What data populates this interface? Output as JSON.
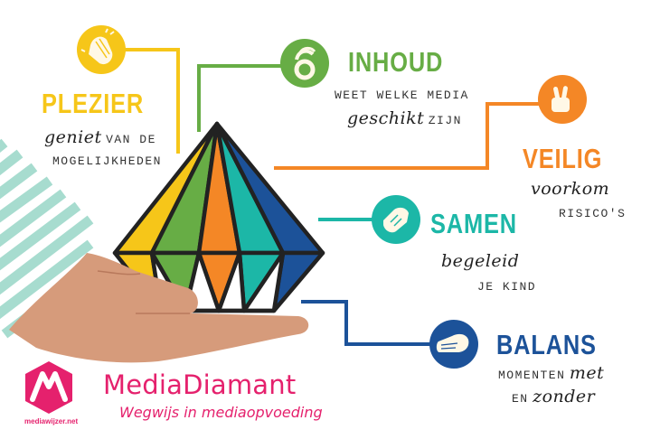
{
  "colors": {
    "plezier": "#f6c619",
    "inhoud": "#67ad45",
    "veilig": "#f48726",
    "samen": "#1cb7a7",
    "balans": "#1c5299",
    "brand": "#e5216d",
    "skin": "#d69b7b",
    "stripes": "#a7dccf",
    "outline": "#222222"
  },
  "pillars": [
    {
      "id": "plezier",
      "title": "PLEZIER",
      "icon": "clapping-hands-icon",
      "subtitle": [
        {
          "script": "geniet",
          "mono": "VAN DE"
        },
        {
          "script": "",
          "mono": "MOGELIJKHEDEN"
        }
      ]
    },
    {
      "id": "inhoud",
      "title": "INHOUD",
      "icon": "ok-hand-icon",
      "subtitle": [
        {
          "script": "",
          "mono": "WEET WELKE MEDIA"
        },
        {
          "script": "geschikt",
          "mono": "ZIJN"
        }
      ]
    },
    {
      "id": "veilig",
      "title": "VEILIG",
      "icon": "peace-hand-icon",
      "subtitle": [
        {
          "script": "voorkom",
          "mono": ""
        },
        {
          "script": "",
          "mono": "RISICO'S"
        }
      ]
    },
    {
      "id": "samen",
      "title": "SAMEN",
      "icon": "handshake-icon",
      "subtitle": [
        {
          "script": "begeleid",
          "mono": ""
        },
        {
          "script": "",
          "mono": "JE KIND"
        }
      ]
    },
    {
      "id": "balans",
      "title": "BALANS",
      "icon": "stacked-hands-icon",
      "subtitle": [
        {
          "script": "met",
          "mono": "MOMENTEN"
        },
        {
          "script": "zonder",
          "mono": "EN"
        }
      ]
    }
  ],
  "brand": {
    "logo_label": "mediawijzer.net",
    "name": "MediaDiamant",
    "tagline": "Wegwijs in mediaopvoeding"
  }
}
